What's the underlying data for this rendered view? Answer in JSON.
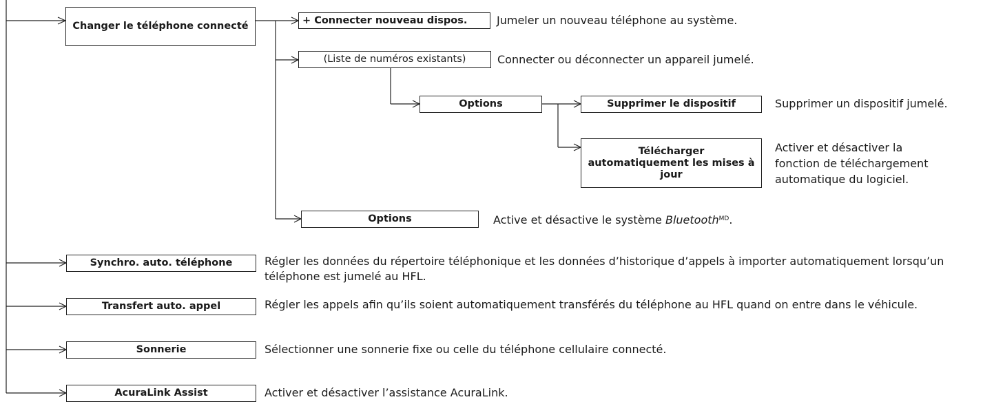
{
  "boxes": {
    "changer": "Changer le téléphone connecté",
    "connecter": "+ Connecter nouveau dispos.",
    "liste": "(Liste de numéros existants)",
    "options1": "Options",
    "supprimer": "Supprimer le dispositif",
    "telecharger": "Télécharger automatiquement les mises à jour",
    "options2": "Options",
    "synchro": "Synchro. auto. téléphone",
    "transfert": "Transfert auto. appel",
    "sonnerie": "Sonnerie",
    "acuralink": "AcuraLink Assist"
  },
  "descriptions": {
    "connecter": "Jumeler un nouveau téléphone au système.",
    "liste": "Connecter ou déconnecter un appareil jumelé.",
    "supprimer": "Supprimer un dispositif jumelé.",
    "telecharger": "Activer et désactiver la fonction de téléchargement automatique du logiciel.",
    "options2_prefix": "Active et désactive le système ",
    "options2_brand": "Bluetooth",
    "options2_mark": "MD",
    "options2_suffix": ".",
    "synchro": "Régler les données du répertoire téléphonique et les données d’historique d’appels à importer automatiquement lorsqu’un téléphone est jumelé au HFL.",
    "transfert": "Régler les appels afin qu’ils soient automatiquement transférés du téléphone au HFL quand on entre dans le véhicule.",
    "sonnerie": "Sélectionner une sonnerie fixe ou celle du téléphone cellulaire connecté.",
    "acuralink": "Activer et désactiver l’assistance AcuraLink."
  }
}
